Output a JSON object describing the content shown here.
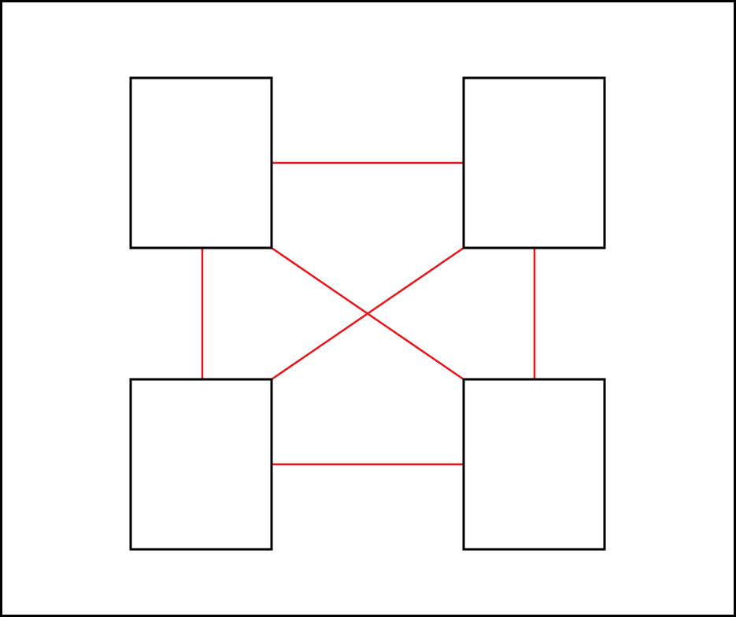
{
  "diagram": {
    "nodes": [
      {
        "id": "top-left"
      },
      {
        "id": "top-right"
      },
      {
        "id": "bottom-left"
      },
      {
        "id": "bottom-right"
      }
    ],
    "edges": [
      {
        "from": "top-left",
        "to": "top-right"
      },
      {
        "from": "bottom-left",
        "to": "bottom-right"
      },
      {
        "from": "top-left",
        "to": "bottom-left"
      },
      {
        "from": "top-right",
        "to": "bottom-right"
      },
      {
        "from": "top-left",
        "to": "bottom-right"
      },
      {
        "from": "top-right",
        "to": "bottom-left"
      }
    ]
  },
  "colors": {
    "frame": "#000000",
    "node_border": "#000000",
    "node_fill": "#ffffff",
    "edge": "#e8141a",
    "background": "#ffffff"
  }
}
